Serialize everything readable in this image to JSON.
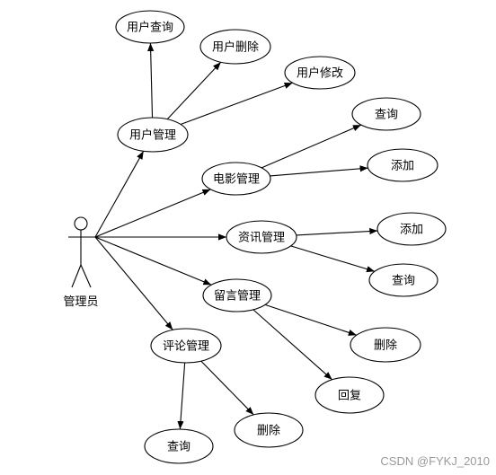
{
  "actor": {
    "label": "管理员"
  },
  "nodes": {
    "user_mgmt": "用户管理",
    "user_query": "用户查询",
    "user_delete": "用户删除",
    "user_edit": "用户修改",
    "movie_mgmt": "电影管理",
    "movie_query": "查询",
    "movie_add": "添加",
    "news_mgmt": "资讯管理",
    "news_add": "添加",
    "news_query": "查询",
    "msg_mgmt": "留言管理",
    "msg_delete": "删除",
    "msg_reply": "回复",
    "comment_mgmt": "评论管理",
    "comment_query": "查询",
    "comment_delete": "删除"
  },
  "edges": [
    [
      "actor",
      "user_mgmt"
    ],
    [
      "actor",
      "movie_mgmt"
    ],
    [
      "actor",
      "news_mgmt"
    ],
    [
      "actor",
      "msg_mgmt"
    ],
    [
      "actor",
      "comment_mgmt"
    ],
    [
      "user_mgmt",
      "user_query"
    ],
    [
      "user_mgmt",
      "user_delete"
    ],
    [
      "user_mgmt",
      "user_edit"
    ],
    [
      "movie_mgmt",
      "movie_query"
    ],
    [
      "movie_mgmt",
      "movie_add"
    ],
    [
      "news_mgmt",
      "news_add"
    ],
    [
      "news_mgmt",
      "news_query"
    ],
    [
      "msg_mgmt",
      "msg_delete"
    ],
    [
      "msg_mgmt",
      "msg_reply"
    ],
    [
      "comment_mgmt",
      "comment_query"
    ],
    [
      "comment_mgmt",
      "comment_delete"
    ]
  ],
  "watermark": "CSDN @FYKJ_2010"
}
